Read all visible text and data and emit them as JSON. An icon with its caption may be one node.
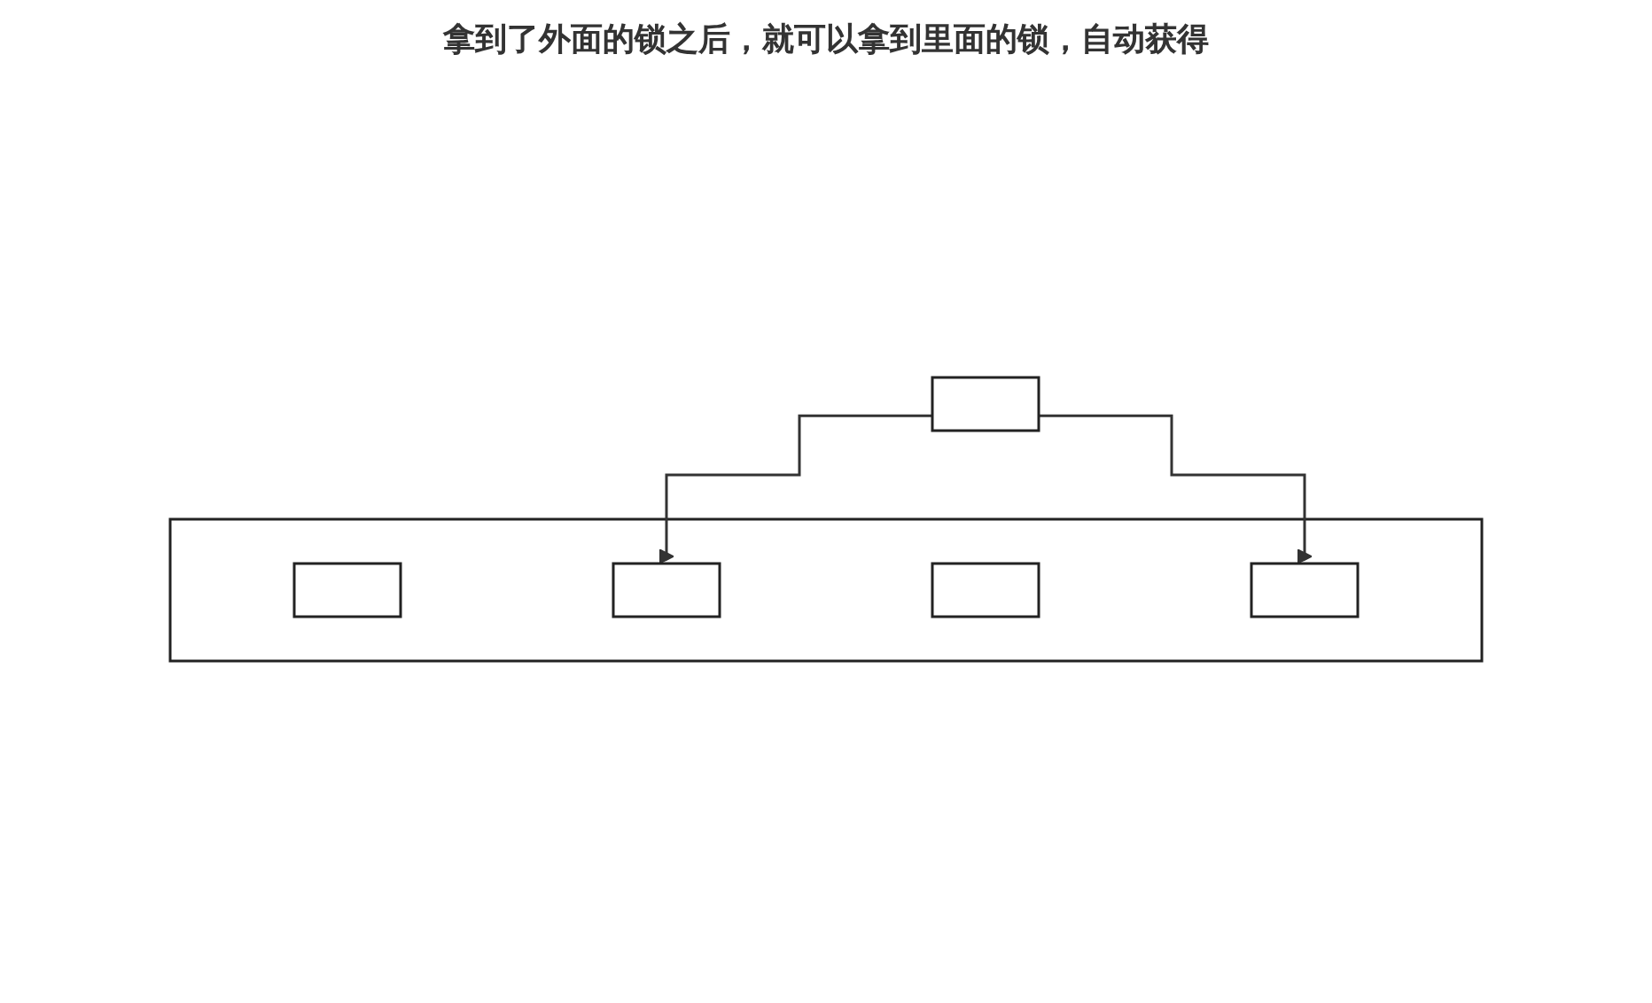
{
  "diagram": {
    "title": "拿到了外面的锁之后，就可以拿到里面的锁，自动获得",
    "nodes": [
      {
        "text": [],
        "shape": "box"
      },
      {
        "text": [],
        "shape": "box"
      },
      {
        "text": [],
        "shape": "box",
        "in": 0
      },
      {
        "text": [],
        "shape": "box",
        "in": 0
      },
      {
        "text": [],
        "shape": "box",
        "in": 0
      },
      {
        "text": [],
        "shape": "box",
        "in": 0
      }
    ],
    "edges": [
      {
        "from": 1,
        "to": 3,
        "arrow": "to"
      },
      {
        "from": 1,
        "to": 5,
        "arrow": "to"
      }
    ]
  }
}
